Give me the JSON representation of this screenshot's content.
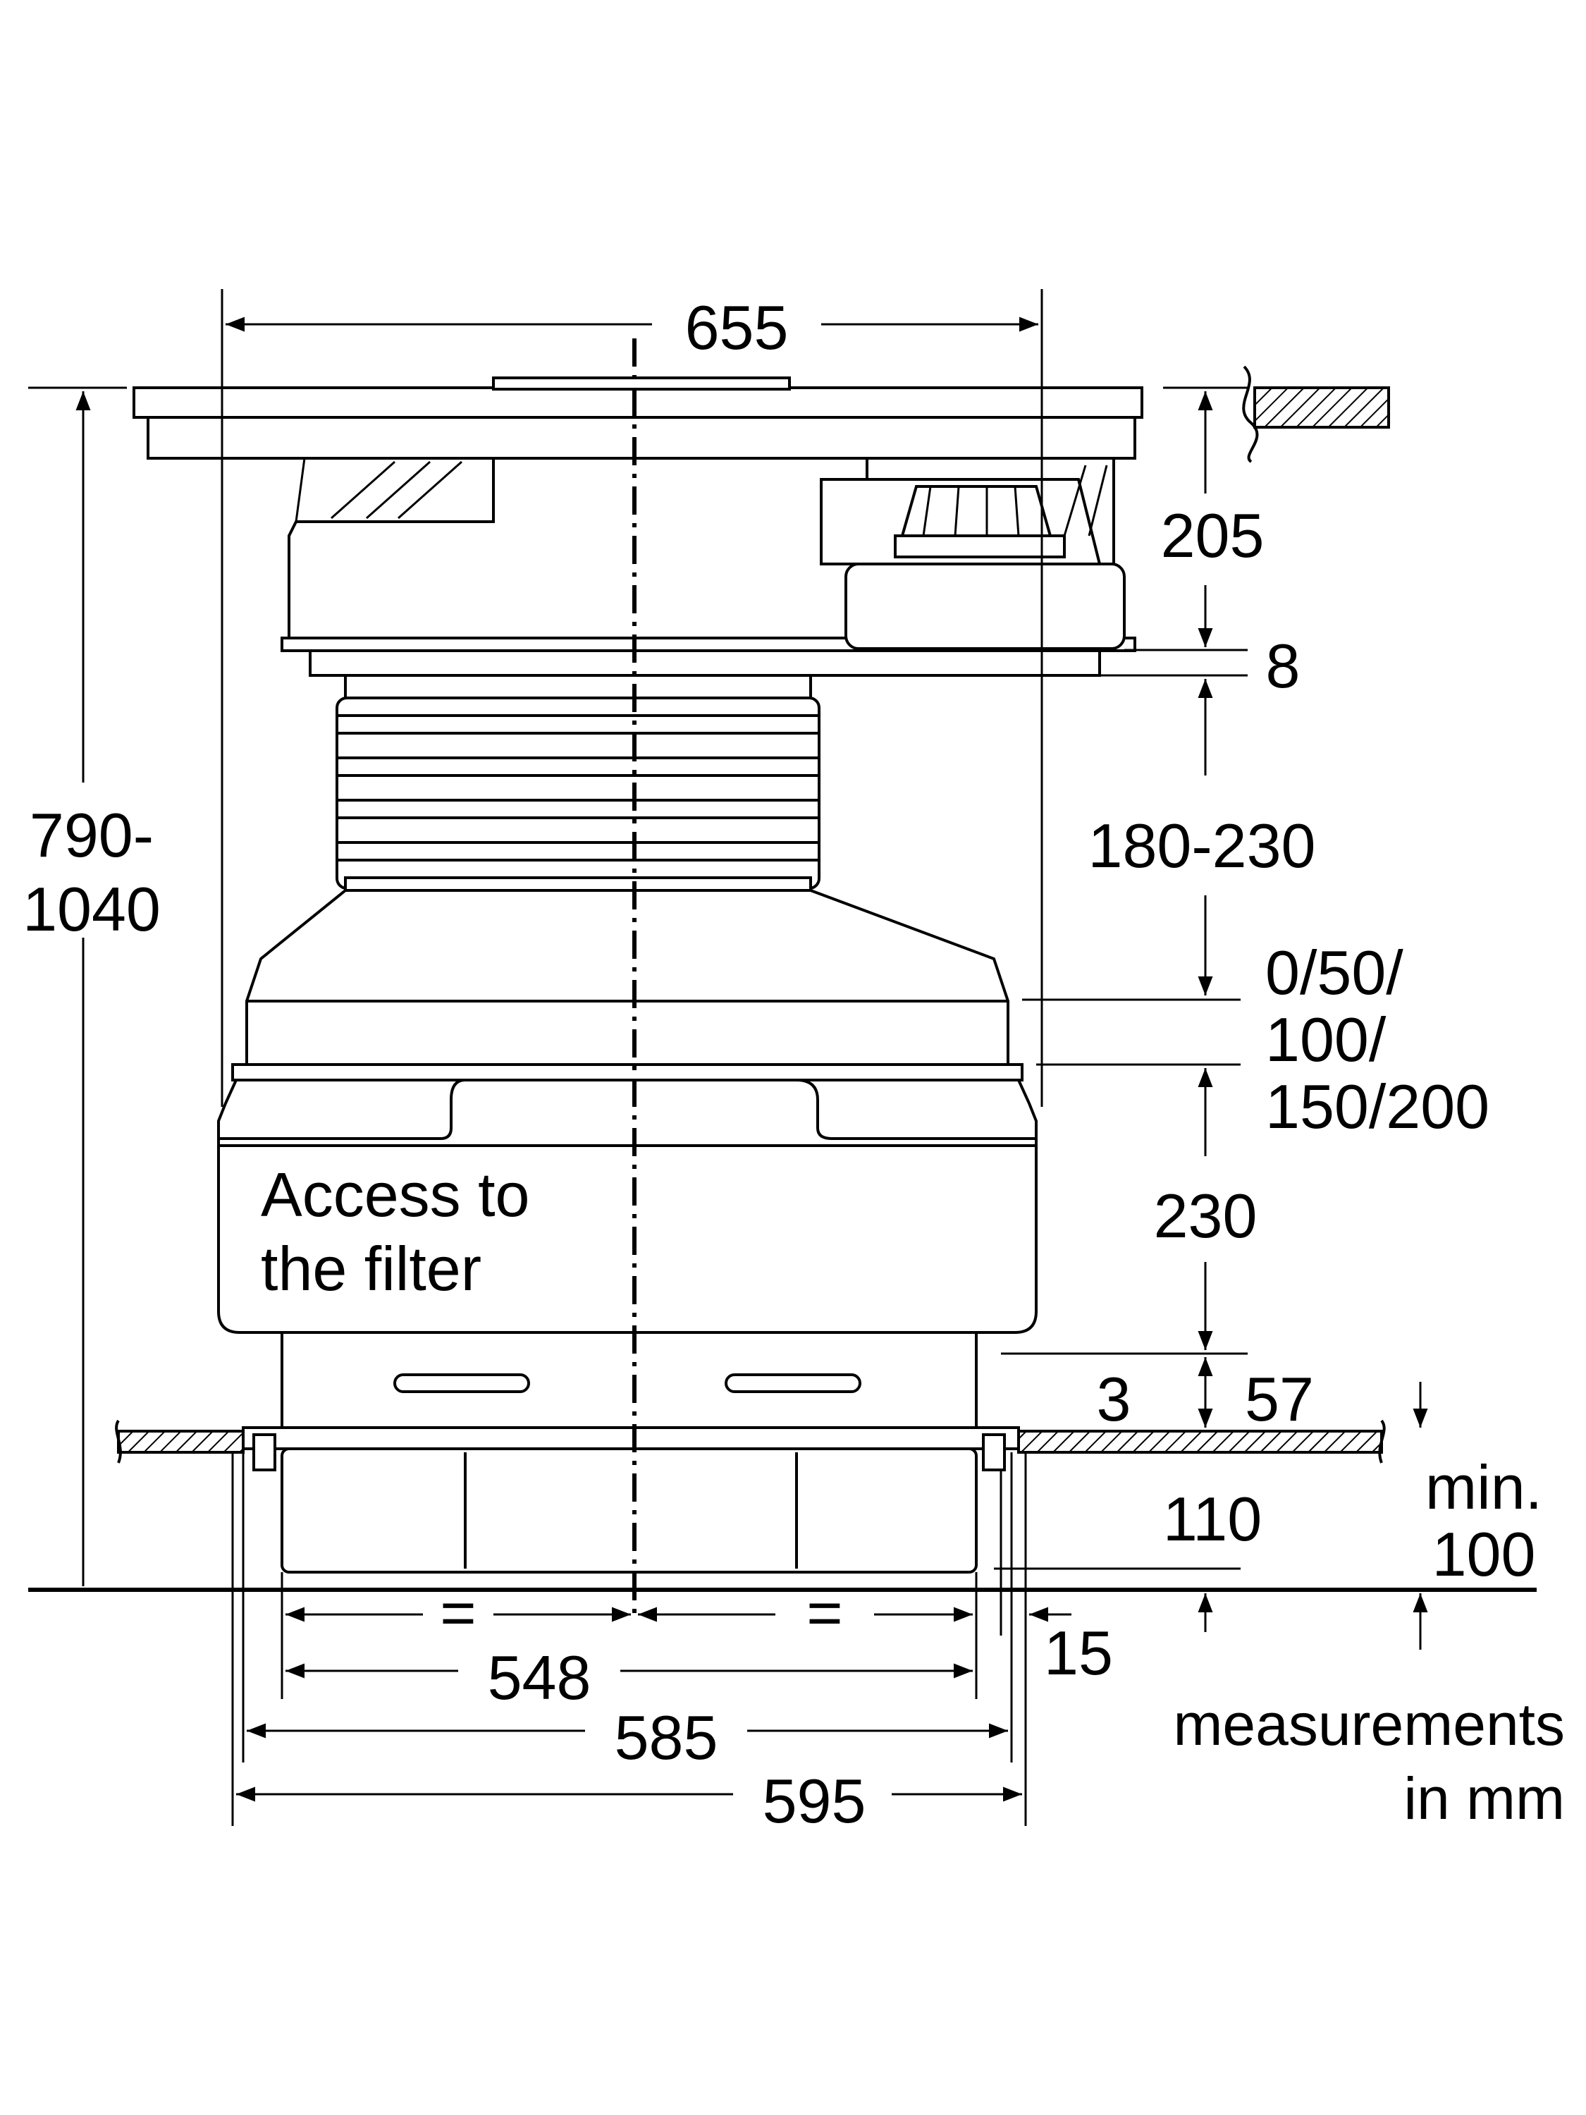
{
  "labels": {
    "width_top": "655",
    "h_205": "205",
    "h_8": "8",
    "h_180_230": "180-230",
    "h_050_line1": "0/50/",
    "h_050_line2": "100/",
    "h_050_line3": "150/200",
    "h_230": "230",
    "h_3": "3",
    "h_57": "57",
    "h_110": "110",
    "min_line1": "min.",
    "min_line2": "100",
    "h_total_line1": "790-",
    "h_total_line2": "1040",
    "equal_left": "=",
    "equal_right": "=",
    "w_548": "548",
    "w_585": "585",
    "w_595": "595",
    "w_15": "15",
    "filter_line1": "Access to",
    "filter_line2": "the filter",
    "units_line1": "measurements",
    "units_line2": "in mm"
  }
}
